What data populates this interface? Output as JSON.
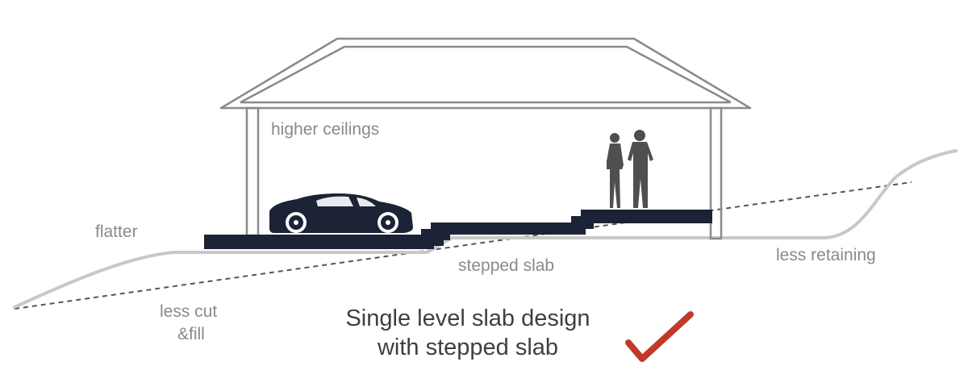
{
  "labels": {
    "ceilings": "higher ceilings",
    "flatter": "flatter",
    "stepped": "stepped slab",
    "retaining": "less retaining",
    "cut_line1": "less cut",
    "cut_line2": "&fill"
  },
  "caption": {
    "line1": "Single level slab design",
    "line2": "with stepped slab"
  },
  "colors": {
    "slab": "#1c2336",
    "ground": "#c8c8c8",
    "house_outline": "#8a8a8a",
    "check": "#c0392b",
    "label": "#8a8a8a",
    "caption": "#3f3f3f"
  },
  "icons": [
    "car-icon",
    "people-icon",
    "check-icon"
  ]
}
